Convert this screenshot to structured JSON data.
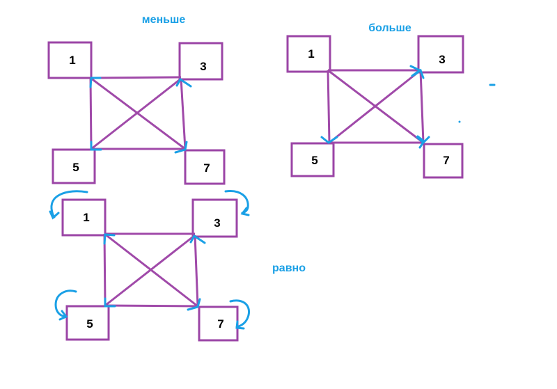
{
  "diagrams": [
    {
      "title": "меньше",
      "nodes": [
        "1",
        "3",
        "5",
        "7"
      ]
    },
    {
      "title": "больше",
      "nodes": [
        "1",
        "3",
        "5",
        "7"
      ]
    },
    {
      "title": "равно",
      "nodes": [
        "1",
        "3",
        "5",
        "7"
      ]
    }
  ],
  "colors": {
    "box": "#9b45a6",
    "arrow": "#1aa0e6",
    "title": "#1aa0e6"
  }
}
